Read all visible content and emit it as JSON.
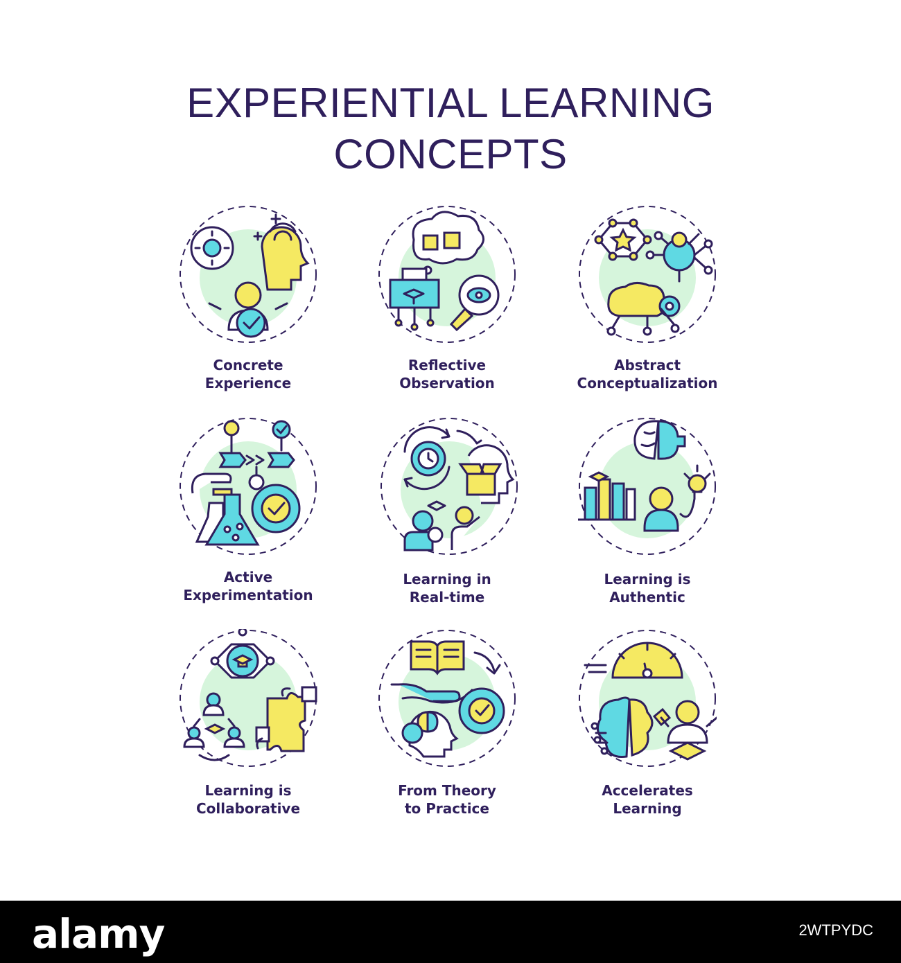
{
  "title": {
    "line1": "EXPERIENTIAL LEARNING",
    "line2": "CONCEPTS"
  },
  "colors": {
    "ink": "#2f1f5c",
    "yellow": "#f5e962",
    "cyan": "#5fd9e3",
    "mint": "#d6f5dc"
  },
  "items": [
    {
      "line1": "Concrete",
      "line2": "Experience",
      "icon": "brain-head-check-icon"
    },
    {
      "line1": "Reflective",
      "line2": "Observation",
      "icon": "thought-magnifier-icon"
    },
    {
      "line1": "Abstract",
      "line2": "Conceptualization",
      "icon": "network-brain-gear-icon"
    },
    {
      "line1": "Active",
      "line2": "Experimentation",
      "icon": "flask-gear-flow-icon"
    },
    {
      "line1": "Learning in",
      "line2": "Real-time",
      "icon": "clock-cycle-box-icon"
    },
    {
      "line1": "Learning is",
      "line2": "Authentic",
      "icon": "brain-puzzle-chart-icon"
    },
    {
      "line1": "Learning is",
      "line2": "Collaborative",
      "icon": "team-puzzle-icon"
    },
    {
      "line1": "From Theory",
      "line2": "to Practice",
      "icon": "book-hand-gear-icon"
    },
    {
      "line1": "Accelerates",
      "line2": "Learning",
      "icon": "speedometer-brain-icon"
    }
  ],
  "footer": {
    "logo": "alamy",
    "code": "2WTPYDC"
  }
}
